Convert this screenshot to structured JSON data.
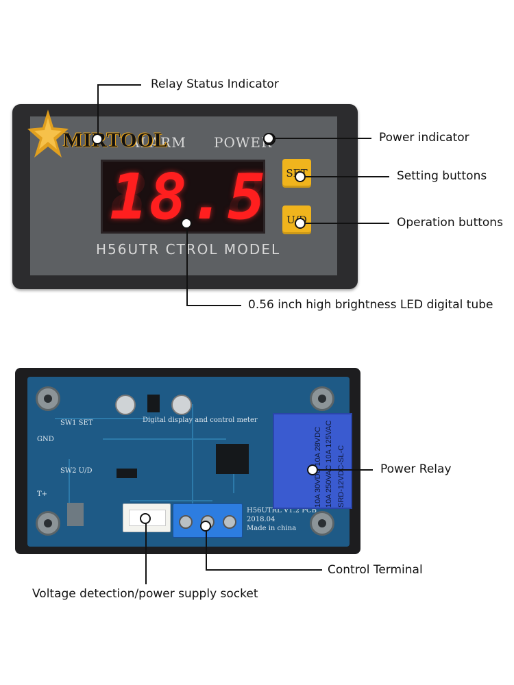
{
  "logo": {
    "text": "MIRTOOL"
  },
  "front": {
    "alarm_label": "ALARM",
    "power_label": "POWER",
    "display_value": "18.5",
    "display_ghost": "88.8",
    "set_button": "SET",
    "updown_button": "U/D",
    "model_text": "H56UTR CTROL MODEL"
  },
  "back": {
    "relay_line1": "SRD-12VDC-SL-C",
    "relay_line2": "10A 250VAC 10A 125VAC",
    "relay_line3": "10A 30VDC 10A 28VDC",
    "pcb_version": "H56UTRL V1.2 PCB",
    "pcb_date": "2018.04",
    "made_in": "Made in china",
    "silk_gnd": "GND",
    "silk_tplus": "T+",
    "silk_sw1": "SW1 SET",
    "silk_sw2": "SW2 U/D",
    "silk_title": "Digital display and control meter"
  },
  "callouts": {
    "relay_status": "Relay Status Indicator",
    "power_indicator": "Power indicator",
    "setting_buttons": "Setting buttons",
    "operation_buttons": "Operation buttons",
    "led_tube": "0.56 inch high brightness LED digital tube",
    "power_relay": "Power Relay",
    "control_terminal": "Control Terminal",
    "voltage_socket": "Voltage detection/power supply socket"
  },
  "colors": {
    "display_red": "#ff1f1f",
    "button_yellow": "#f0b41d",
    "pcb_blue": "#1e5a86",
    "relay_blue": "#3a5bd0"
  }
}
